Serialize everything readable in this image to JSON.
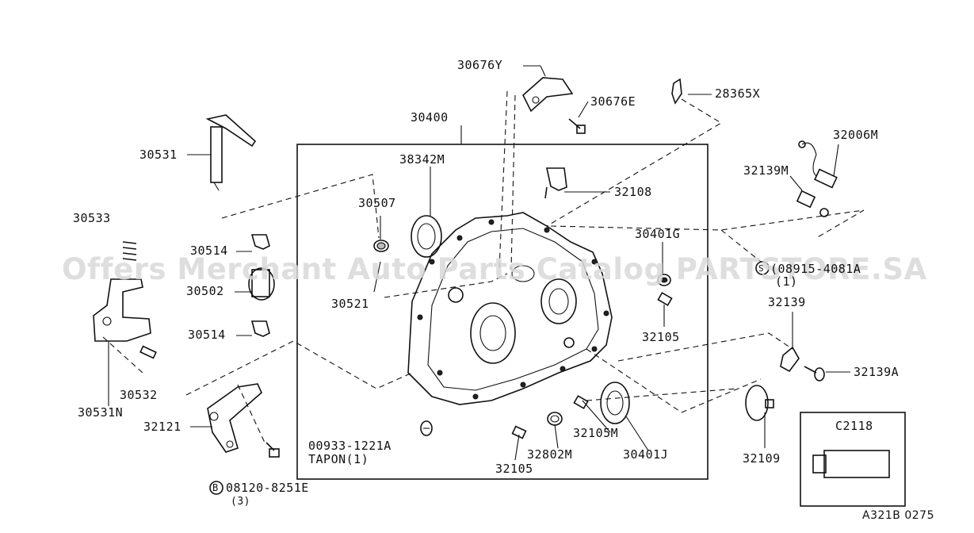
{
  "watermark": "Offers Merchant Auto Parts Catalog PARTSTORE.SA",
  "labels": {
    "p30676y": "30676Y",
    "p30676e": "30676E",
    "p28365x": "28365X",
    "p30400": "30400",
    "p38342m": "38342M",
    "p30531": "30531",
    "p32006m": "32006M",
    "p32139m": "32139M",
    "p32108": "32108",
    "p30533": "30533",
    "p30507": "30507",
    "p30401g": "30401G",
    "p30514a": "30514",
    "p30502": "30502",
    "p30521": "30521",
    "p32139": "32139",
    "p30514b": "30514",
    "p32105a": "32105",
    "p32139a": "32139A",
    "p30532": "30532",
    "p30531n": "30531N",
    "p32121": "32121",
    "p32105m": "32105M",
    "p00933": "00933-1221A",
    "tapon": "TAPON(1)",
    "p32802m": "32802M",
    "p30401j": "30401J",
    "p32105b": "32105",
    "p32109": "32109",
    "c2118": "C2118",
    "bolt_part": "08120-8251E",
    "bolt_circle": "B",
    "bolt_qty": "(3)",
    "part_08915": "(08915-4081A",
    "part_08915_qty": "(1)",
    "part_08915_circle": "S",
    "footer_code": "A321B 0275"
  }
}
